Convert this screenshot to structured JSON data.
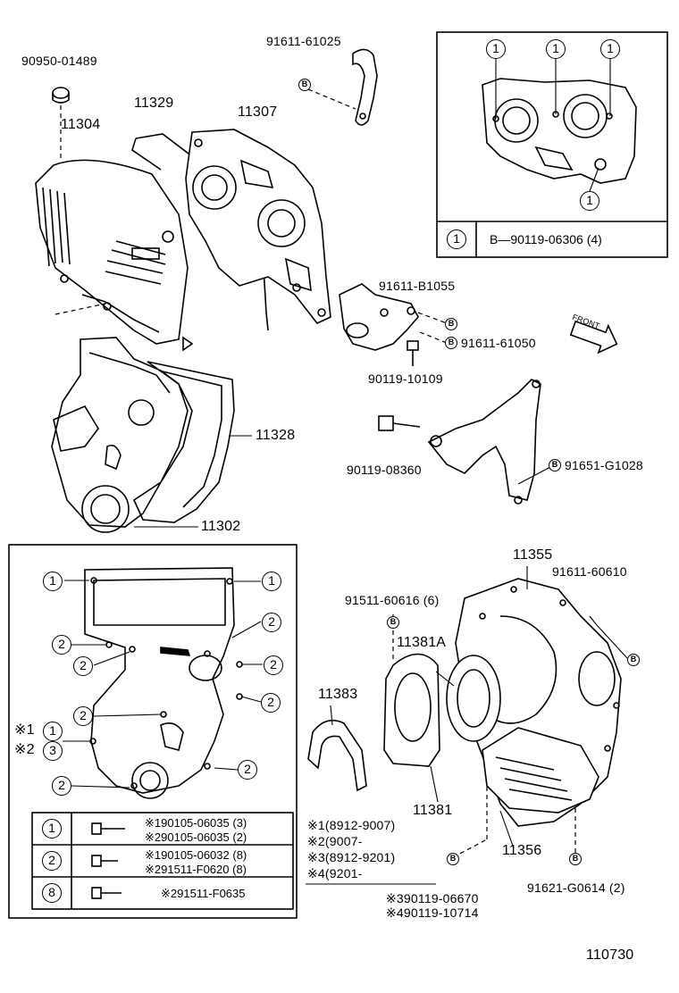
{
  "labels": {
    "p90950": "90950-01489",
    "p91611_61025": "91611-61025",
    "p11329": "11329",
    "p11304": "11304",
    "p11307": "11307",
    "p91611_B1055": "91611-B1055",
    "p91611_61050": "91611-61050",
    "p90119_10109": "90119-10109",
    "front": "FRONT",
    "p11328": "11328",
    "p90119_08360": "90119-08360",
    "p91651_G1028": "91651-G1028",
    "p11302": "11302",
    "p11355": "11355",
    "p91611_60610": "91611-60610",
    "p91511_60616": "91511-60616 (6)",
    "p11381A": "11381A",
    "p11383": "11383",
    "p11381": "11381",
    "p11356": "11356",
    "p91621_G0614": "91621-G0614 (2)",
    "diagram_no": "110730"
  },
  "marks": {
    "one": "1",
    "two": "2",
    "three": "3",
    "eight": "8",
    "b": "B",
    "note1": "※1",
    "note2": "※2"
  },
  "inset_head": {
    "callout": "1",
    "spec": "B—90119-06306 (4)"
  },
  "lower_table": {
    "rows": [
      {
        "key": "1",
        "lines": [
          "※190105-06035 (3)",
          "※290105-06035 (2)"
        ]
      },
      {
        "key": "2",
        "lines": [
          "※190105-06032 (8)",
          "※291511-F0620 (8)"
        ]
      },
      {
        "key": "8",
        "lines": [
          "※291511-F0635"
        ]
      }
    ]
  },
  "notes": {
    "n1": "※1(8912-9007)",
    "n2": "※2(9007-",
    "n3": "※3(8912-9201)",
    "n4": "※4(9201-",
    "n5": "※390119-06670",
    "n6": "※490119-10714"
  }
}
